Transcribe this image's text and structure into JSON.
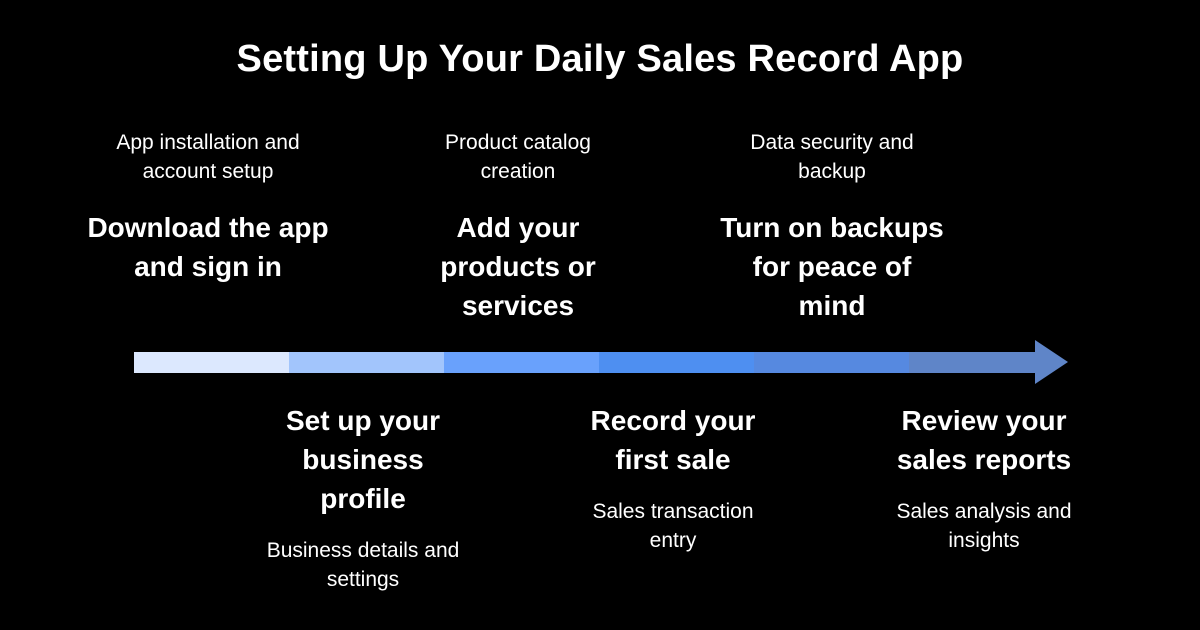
{
  "title": "Setting Up Your Daily Sales Record App",
  "timeline": {
    "segment_colors": [
      "#dce8fe",
      "#a2c5fc",
      "#69a1fc",
      "#4e8ff1",
      "#5689e0",
      "#5f85c8"
    ],
    "arrow_color": "#5f85c8"
  },
  "steps": [
    {
      "position": "above",
      "heading": "Download the app and sign in",
      "subtitle": "App installation and account setup"
    },
    {
      "position": "below",
      "heading": "Set up your business profile",
      "subtitle": "Business details and settings"
    },
    {
      "position": "above",
      "heading": "Add your products or services",
      "subtitle": "Product catalog creation"
    },
    {
      "position": "below",
      "heading": "Record your first sale",
      "subtitle": "Sales transaction entry"
    },
    {
      "position": "above",
      "heading": "Turn on backups for peace of mind",
      "subtitle": "Data security and backup"
    },
    {
      "position": "below",
      "heading": "Review your sales reports",
      "subtitle": "Sales analysis and insights"
    }
  ]
}
